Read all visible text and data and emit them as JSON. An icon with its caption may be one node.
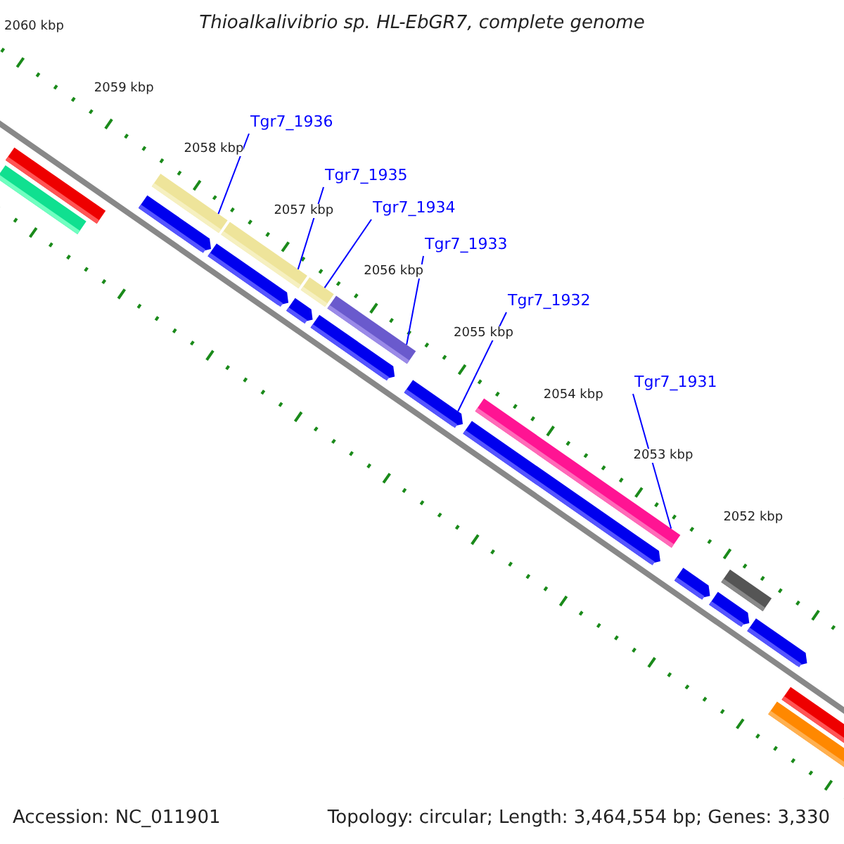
{
  "diagram": {
    "title": "Thioalkalivibrio sp. HL-EbGR7, complete genome",
    "nodes": [
      {
        "text": [
          "Tgr7_1936"
        ]
      },
      {
        "text": [
          "Tgr7_1935"
        ]
      },
      {
        "text": [
          "Tgr7_1934"
        ]
      },
      {
        "text": [
          "Tgr7_1933"
        ]
      },
      {
        "text": [
          "Tgr7_1932"
        ]
      },
      {
        "text": [
          "Tgr7_1931"
        ]
      },
      {
        "text": [],
        "shape": "bar"
      },
      {
        "text": [],
        "shape": "bar"
      },
      {
        "text": [],
        "shape": "bar"
      },
      {
        "text": [],
        "shape": "pentagon"
      },
      {
        "text": [],
        "shape": "bar"
      },
      {
        "text": [],
        "shape": "pentagon"
      },
      {
        "text": [],
        "shape": "pentagon"
      },
      {
        "text": [],
        "shape": "bar"
      },
      {
        "text": [],
        "shape": "bar"
      },
      {
        "text": [],
        "shape": "pentagon"
      },
      {
        "text": [],
        "shape": "pentagon"
      },
      {
        "text": [],
        "shape": "bar"
      },
      {
        "text": [],
        "shape": "pentagon"
      },
      {
        "text": [],
        "shape": "pentagon"
      },
      {
        "text": [],
        "shape": "bar"
      },
      {
        "text": [],
        "shape": "pentagon"
      },
      {
        "text": [],
        "shape": "pentagon"
      },
      {
        "text": [],
        "shape": "bar"
      },
      {
        "text": [],
        "shape": "bar"
      }
    ],
    "edges": [
      {
        "from": 0,
        "to": 8,
        "arrow": "none"
      },
      {
        "from": 1,
        "to": 10,
        "arrow": "none"
      },
      {
        "from": 2,
        "to": 13,
        "arrow": "none"
      },
      {
        "from": 3,
        "to": 14,
        "arrow": "none"
      },
      {
        "from": 4,
        "to": 16,
        "arrow": "none"
      },
      {
        "from": 5,
        "to": 17,
        "arrow": "none"
      }
    ],
    "labels": [
      "2060 kbp",
      "2059 kbp",
      "2058 kbp",
      "2057 kbp",
      "2056 kbp",
      "2055 kbp",
      "2054 kbp",
      "2053 kbp",
      "2052 kbp",
      "Accession: NC_011901",
      "Topology: circular; Length: 3,464,554 bp; Genes: 3,330"
    ]
  }
}
